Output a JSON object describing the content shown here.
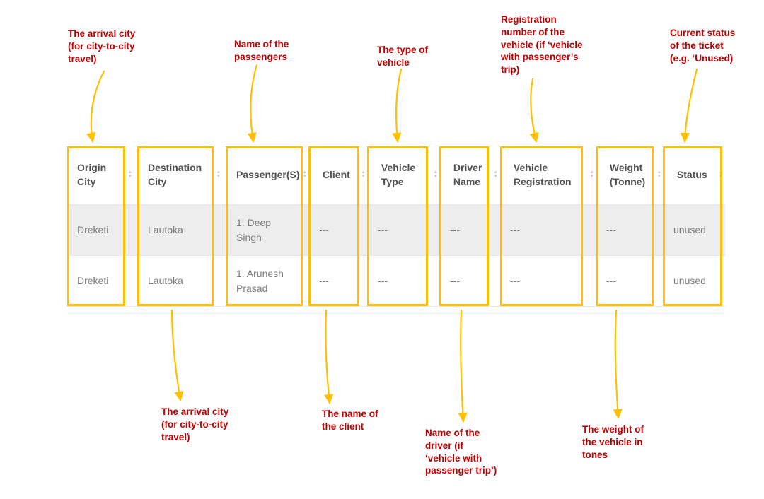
{
  "colors": {
    "highlight": "#FFC000",
    "annotation": "#C00000",
    "stripe": "#EDEDED"
  },
  "table": {
    "headers": [
      "Origin City",
      "Destination City",
      "Passenger(S)",
      "Client",
      "Vehicle Type",
      "Driver Name",
      "Vehicle Registration",
      "Weight (Tonne)",
      "Status"
    ],
    "rows": [
      {
        "cells": [
          "Dreketi",
          "Lautoka",
          "1. Deep Singh",
          "---",
          "---",
          "---",
          "---",
          "---",
          "unused"
        ]
      },
      {
        "cells": [
          "Dreketi",
          "Lautoka",
          "1. Arunesh Prasad",
          "---",
          "---",
          "---",
          "---",
          "---",
          "unused"
        ]
      }
    ]
  },
  "annotations": [
    {
      "target": "origin-city",
      "text": "The arrival city (for city-to-city travel)"
    },
    {
      "target": "passengers",
      "text": "Name of the passengers"
    },
    {
      "target": "vehicle-type",
      "text": "The type of vehicle"
    },
    {
      "target": "vehicle-registration",
      "text": "Registration number of the vehicle (if ‘vehicle with passenger’s trip)"
    },
    {
      "target": "status",
      "text": "Current status of the ticket (e.g. ‘Unused)"
    },
    {
      "target": "destination-city",
      "text": "The arrival city (for city-to-city travel)"
    },
    {
      "target": "client",
      "text": "The name of the client"
    },
    {
      "target": "driver-name",
      "text": "Name of the driver (if ‘vehicle with passenger trip’)"
    },
    {
      "target": "weight",
      "text": "The weight of the vehicle in tones"
    }
  ]
}
